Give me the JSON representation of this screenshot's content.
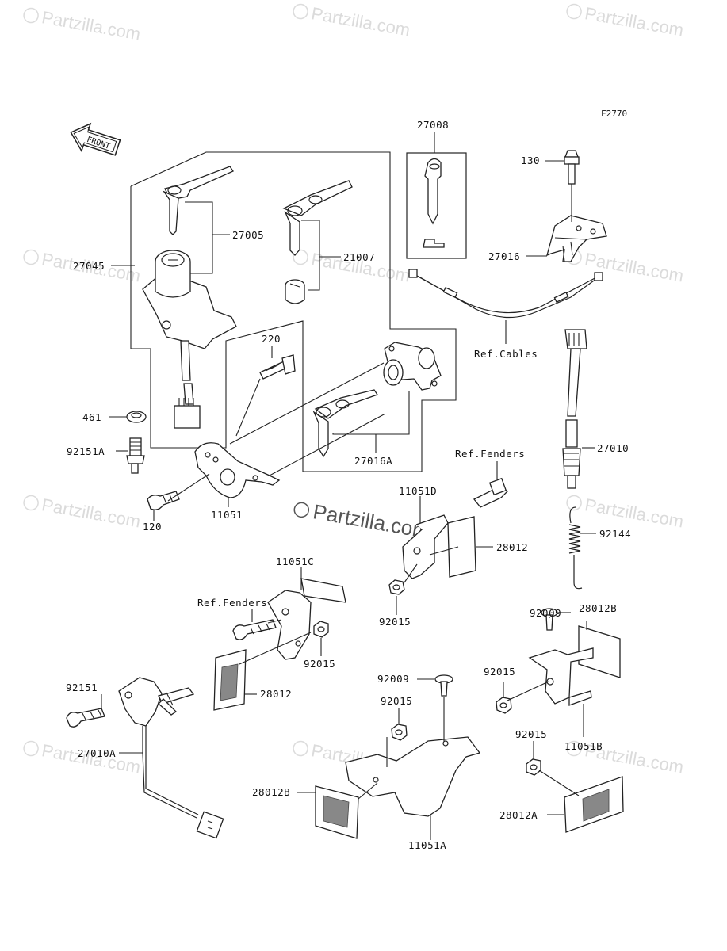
{
  "figure_code": "F2770",
  "front_label": "FRONT",
  "watermark": {
    "symbol": "©",
    "text": "Partzilla.com",
    "center_text": "Partzilla.com"
  },
  "part_labels": {
    "p27008": "27008",
    "p130": "130",
    "p27016": "27016",
    "p27045": "27045",
    "p27005": "27005",
    "p21007": "21007",
    "p220": "220",
    "ref_cables": "Ref.Cables",
    "p461": "461",
    "p92151A": "92151A",
    "p27016A": "27016A",
    "p27010": "27010",
    "ref_fenders_1": "Ref.Fenders",
    "p120": "120",
    "p11051": "11051",
    "p11051D": "11051D",
    "p28012_a": "28012",
    "p92144": "92144",
    "p11051C": "11051C",
    "ref_fenders_2": "Ref.Fenders",
    "p92015_a": "92015",
    "p92009_a": "92009",
    "p28012B_a": "28012B",
    "p92015_b": "92015",
    "p28012_b": "28012",
    "p92015_c": "92015",
    "p92151": "92151",
    "p92009_b": "92009",
    "p92015_d": "92015",
    "p11051B": "11051B",
    "p27010A": "27010A",
    "p92015_e": "92015",
    "p28012B_b": "28012B",
    "p11051A": "11051A",
    "p28012A": "28012A"
  }
}
